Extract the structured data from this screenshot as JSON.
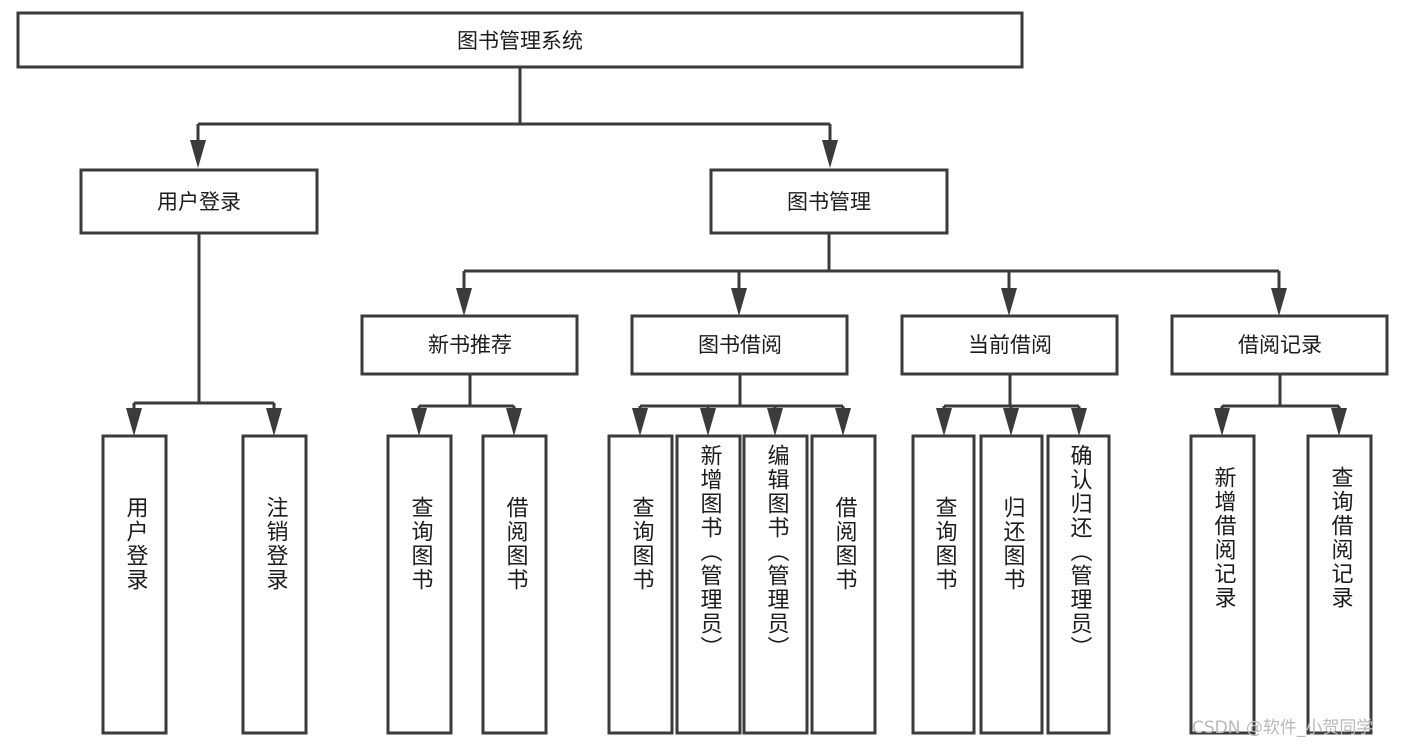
{
  "diagram": {
    "type": "tree-hierarchy",
    "title": "图书管理系统",
    "orientation": "top-down",
    "colors": {
      "box_fill": "#ffffff",
      "box_stroke": "#3b3b3b",
      "text": "#1c1c1c",
      "background": "#ffffff",
      "watermark": "#b9b9b9"
    },
    "root": {
      "label": "图书管理系统"
    },
    "level2": [
      {
        "label": "用户登录"
      },
      {
        "label": "图书管理"
      }
    ],
    "level3": [
      {
        "label": "新书推荐"
      },
      {
        "label": "图书借阅"
      },
      {
        "label": "当前借阅"
      },
      {
        "label": "借阅记录"
      }
    ],
    "leaves": {
      "user_login": [
        {
          "label": "用户登录"
        },
        {
          "label": "注销登录"
        }
      ],
      "new_book_recommend": [
        {
          "label": "查询图书"
        },
        {
          "label": "借阅图书"
        }
      ],
      "book_borrow": [
        {
          "label": "查询图书"
        },
        {
          "label": "新增图书（管理员）"
        },
        {
          "label": "编辑图书（管理员）"
        },
        {
          "label": "借阅图书"
        }
      ],
      "current_borrow": [
        {
          "label": "查询图书"
        },
        {
          "label": "归还图书"
        },
        {
          "label": "确认归还（管理员）"
        }
      ],
      "borrow_record": [
        {
          "label": "新增借阅记录"
        },
        {
          "label": "查询借阅记录"
        }
      ]
    }
  },
  "watermark": {
    "text": "CSDN @软件_小贺同学"
  }
}
